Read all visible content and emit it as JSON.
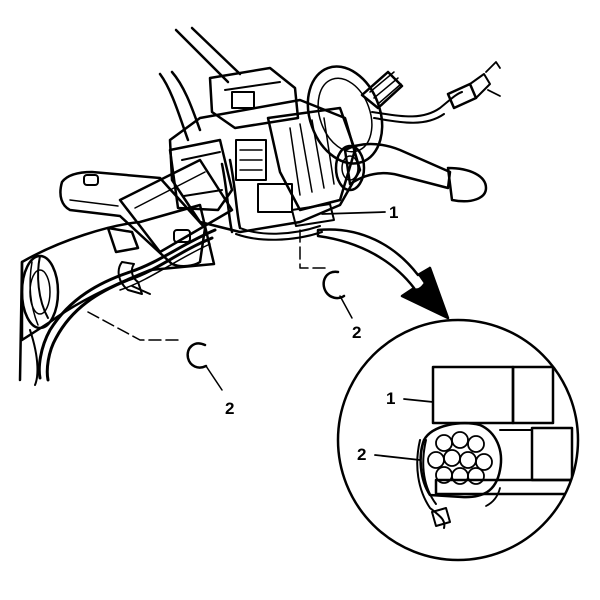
{
  "callouts": {
    "label_1_main": "1",
    "label_2_upper": "2",
    "label_2_lower": "2",
    "detail_label_1": "1",
    "detail_label_2": "2"
  }
}
